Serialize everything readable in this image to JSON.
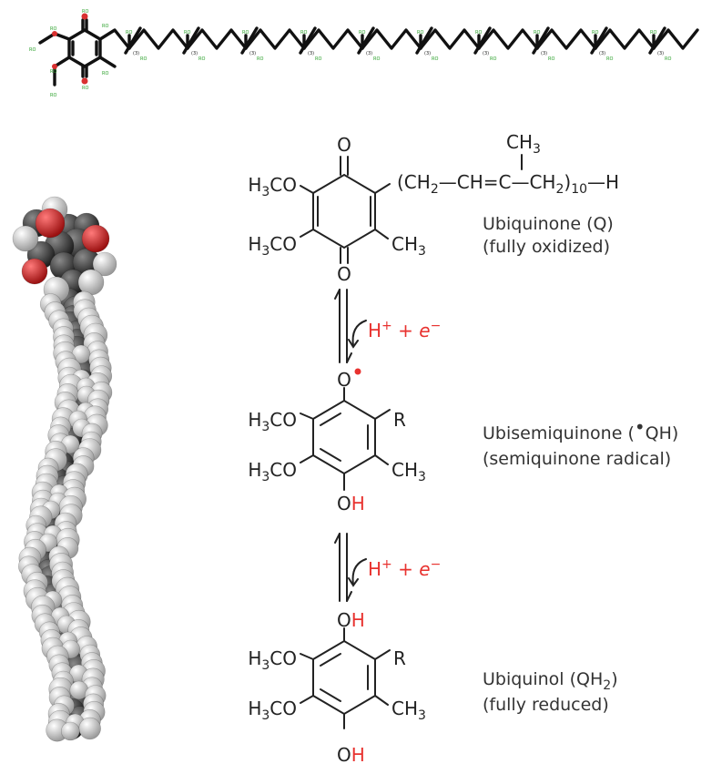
{
  "top_structure": {
    "stereo_label": "(3)",
    "atom_tag": "RO",
    "repeat_units": 10
  },
  "scheme": {
    "oxidized": {
      "substituent_h3co": "H3CO",
      "substituent_ch3": "CH3",
      "oxygen": "O",
      "side_chain": "(CH2—CH=C—CH2)10—H",
      "branch_methyl": "CH3",
      "name": "Ubiquinone (Q)",
      "state": "(fully oxidized)"
    },
    "step1": {
      "reagent": "H+ + e−"
    },
    "semiquinone": {
      "substituent_h3co": "H3CO",
      "substituent_ch3": "CH3",
      "oxygen": "O",
      "r_group": "R",
      "hydroxyl": "OH",
      "name": "Ubisemiquinone (•QH)",
      "state": "(semiquinone radical)"
    },
    "step2": {
      "reagent": "H+ + e−"
    },
    "reduced": {
      "substituent_h3co": "H3CO",
      "substituent_ch3": "CH3",
      "r_group": "R",
      "hydroxyl": "OH",
      "name": "Ubiquinol (QH2)",
      "state": "(fully reduced)"
    }
  },
  "colors": {
    "accent_red": "#e8322f",
    "bond": "#222222",
    "atom_label_green": "#2aa02a",
    "oxygen_sphere": "#d93030",
    "carbon_sphere": "#3a3a3a",
    "hydrogen_sphere": "#d8d8d8"
  }
}
